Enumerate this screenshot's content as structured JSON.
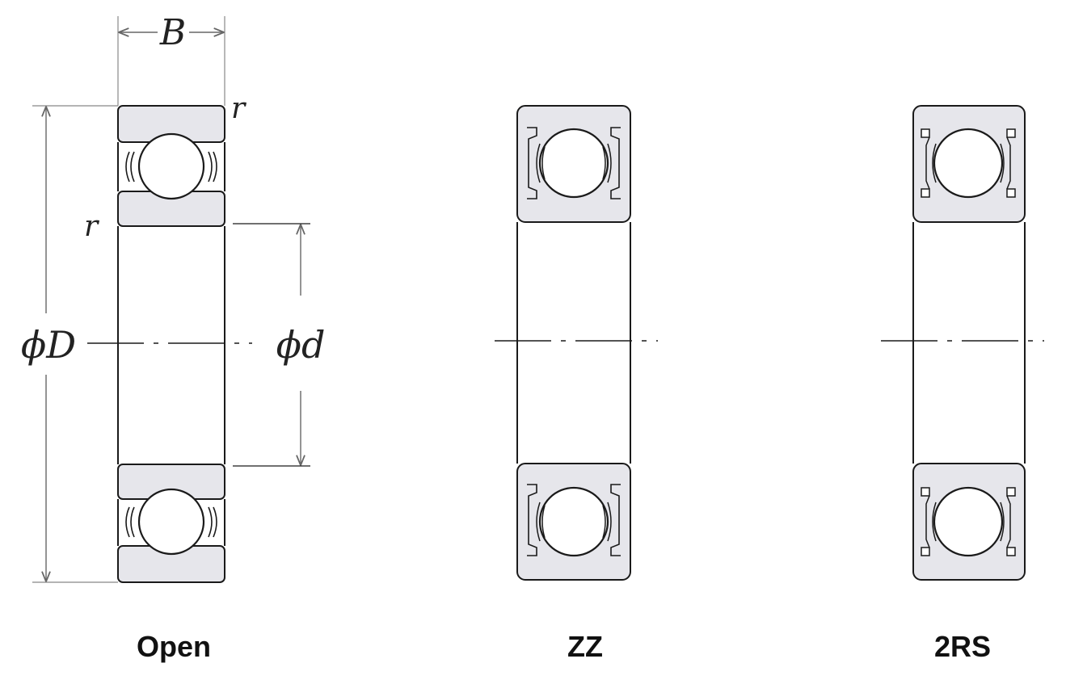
{
  "dimension_labels": {
    "width": "B",
    "corner_radius": "r",
    "outer_diameter": "ϕD",
    "bore_diameter": "ϕd"
  },
  "captions": {
    "open": "Open",
    "shielded": "ZZ",
    "sealed": "2RS"
  },
  "colors": {
    "ring_fill": "#e6e6eb",
    "outline": "#1a1a1a",
    "dimension_line": "#888888"
  }
}
